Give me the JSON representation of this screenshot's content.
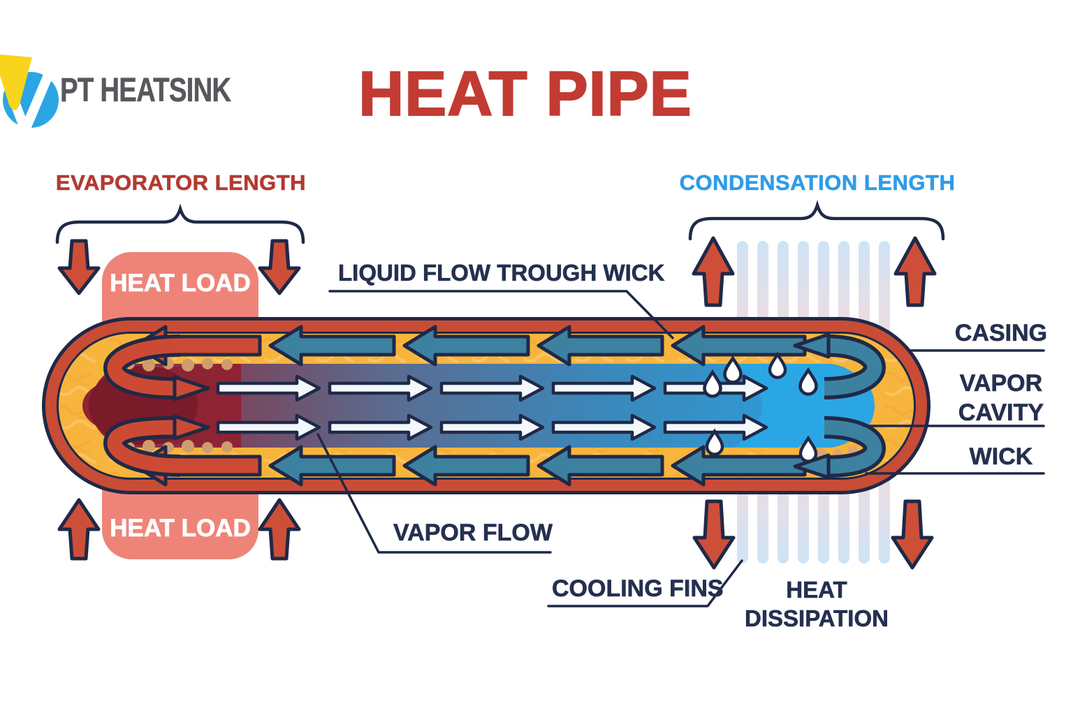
{
  "logo": {
    "brand": "PT HEATSINK"
  },
  "title": "HEAT PIPE",
  "lengths": {
    "evaporator": "EVAPORATOR LENGTH",
    "condensation": "CONDENSATION LENGTH"
  },
  "heat_load": {
    "top": "HEAT LOAD",
    "bottom": "HEAT LOAD"
  },
  "callouts": {
    "liquid_flow": "LIQUID FLOW TROUGH WICK",
    "vapor_flow": "VAPOR FLOW",
    "cooling_fins": "COOLING FINS",
    "heat_dissipation": {
      "line1": "HEAT",
      "line2": "DISSIPATION"
    }
  },
  "layers": {
    "casing": "CASING",
    "vapor_cavity": {
      "line1": "VAPOR",
      "line2": "CAVITY"
    },
    "wick": "WICK"
  },
  "icons": {
    "heat_arrow_down": "red-block-arrow-down",
    "heat_arrow_up": "red-block-arrow-up",
    "liquid_arrow": "teal-block-arrow-left",
    "vapor_arrow": "white-arrow-right",
    "u_turn_arrow": "curved-u-arrow",
    "droplet": "water-droplet",
    "brace": "curly-brace",
    "logo_mark": "yellow-v-in-blue-circle"
  },
  "colors": {
    "title_red": "#c23b33",
    "evaporator_red": "#b23a31",
    "condensation_blue": "#2f9ce8",
    "navy": "#1f2947",
    "casing_red": "#c94c36",
    "wick_yellow": "#f8b53d",
    "liquid_teal": "#3d81a0",
    "cavity_hot": "#8c2130",
    "cavity_cold": "#2ba6e4",
    "heat_load_pink": "#ee8478",
    "fin_blue": "#cde4f6",
    "fin_pink": "#f2dad6",
    "label_navy": "#25304f",
    "logo_blue": "#2ba6e4",
    "logo_yellow": "#f8d41c",
    "logo_gray": "#57585c"
  }
}
